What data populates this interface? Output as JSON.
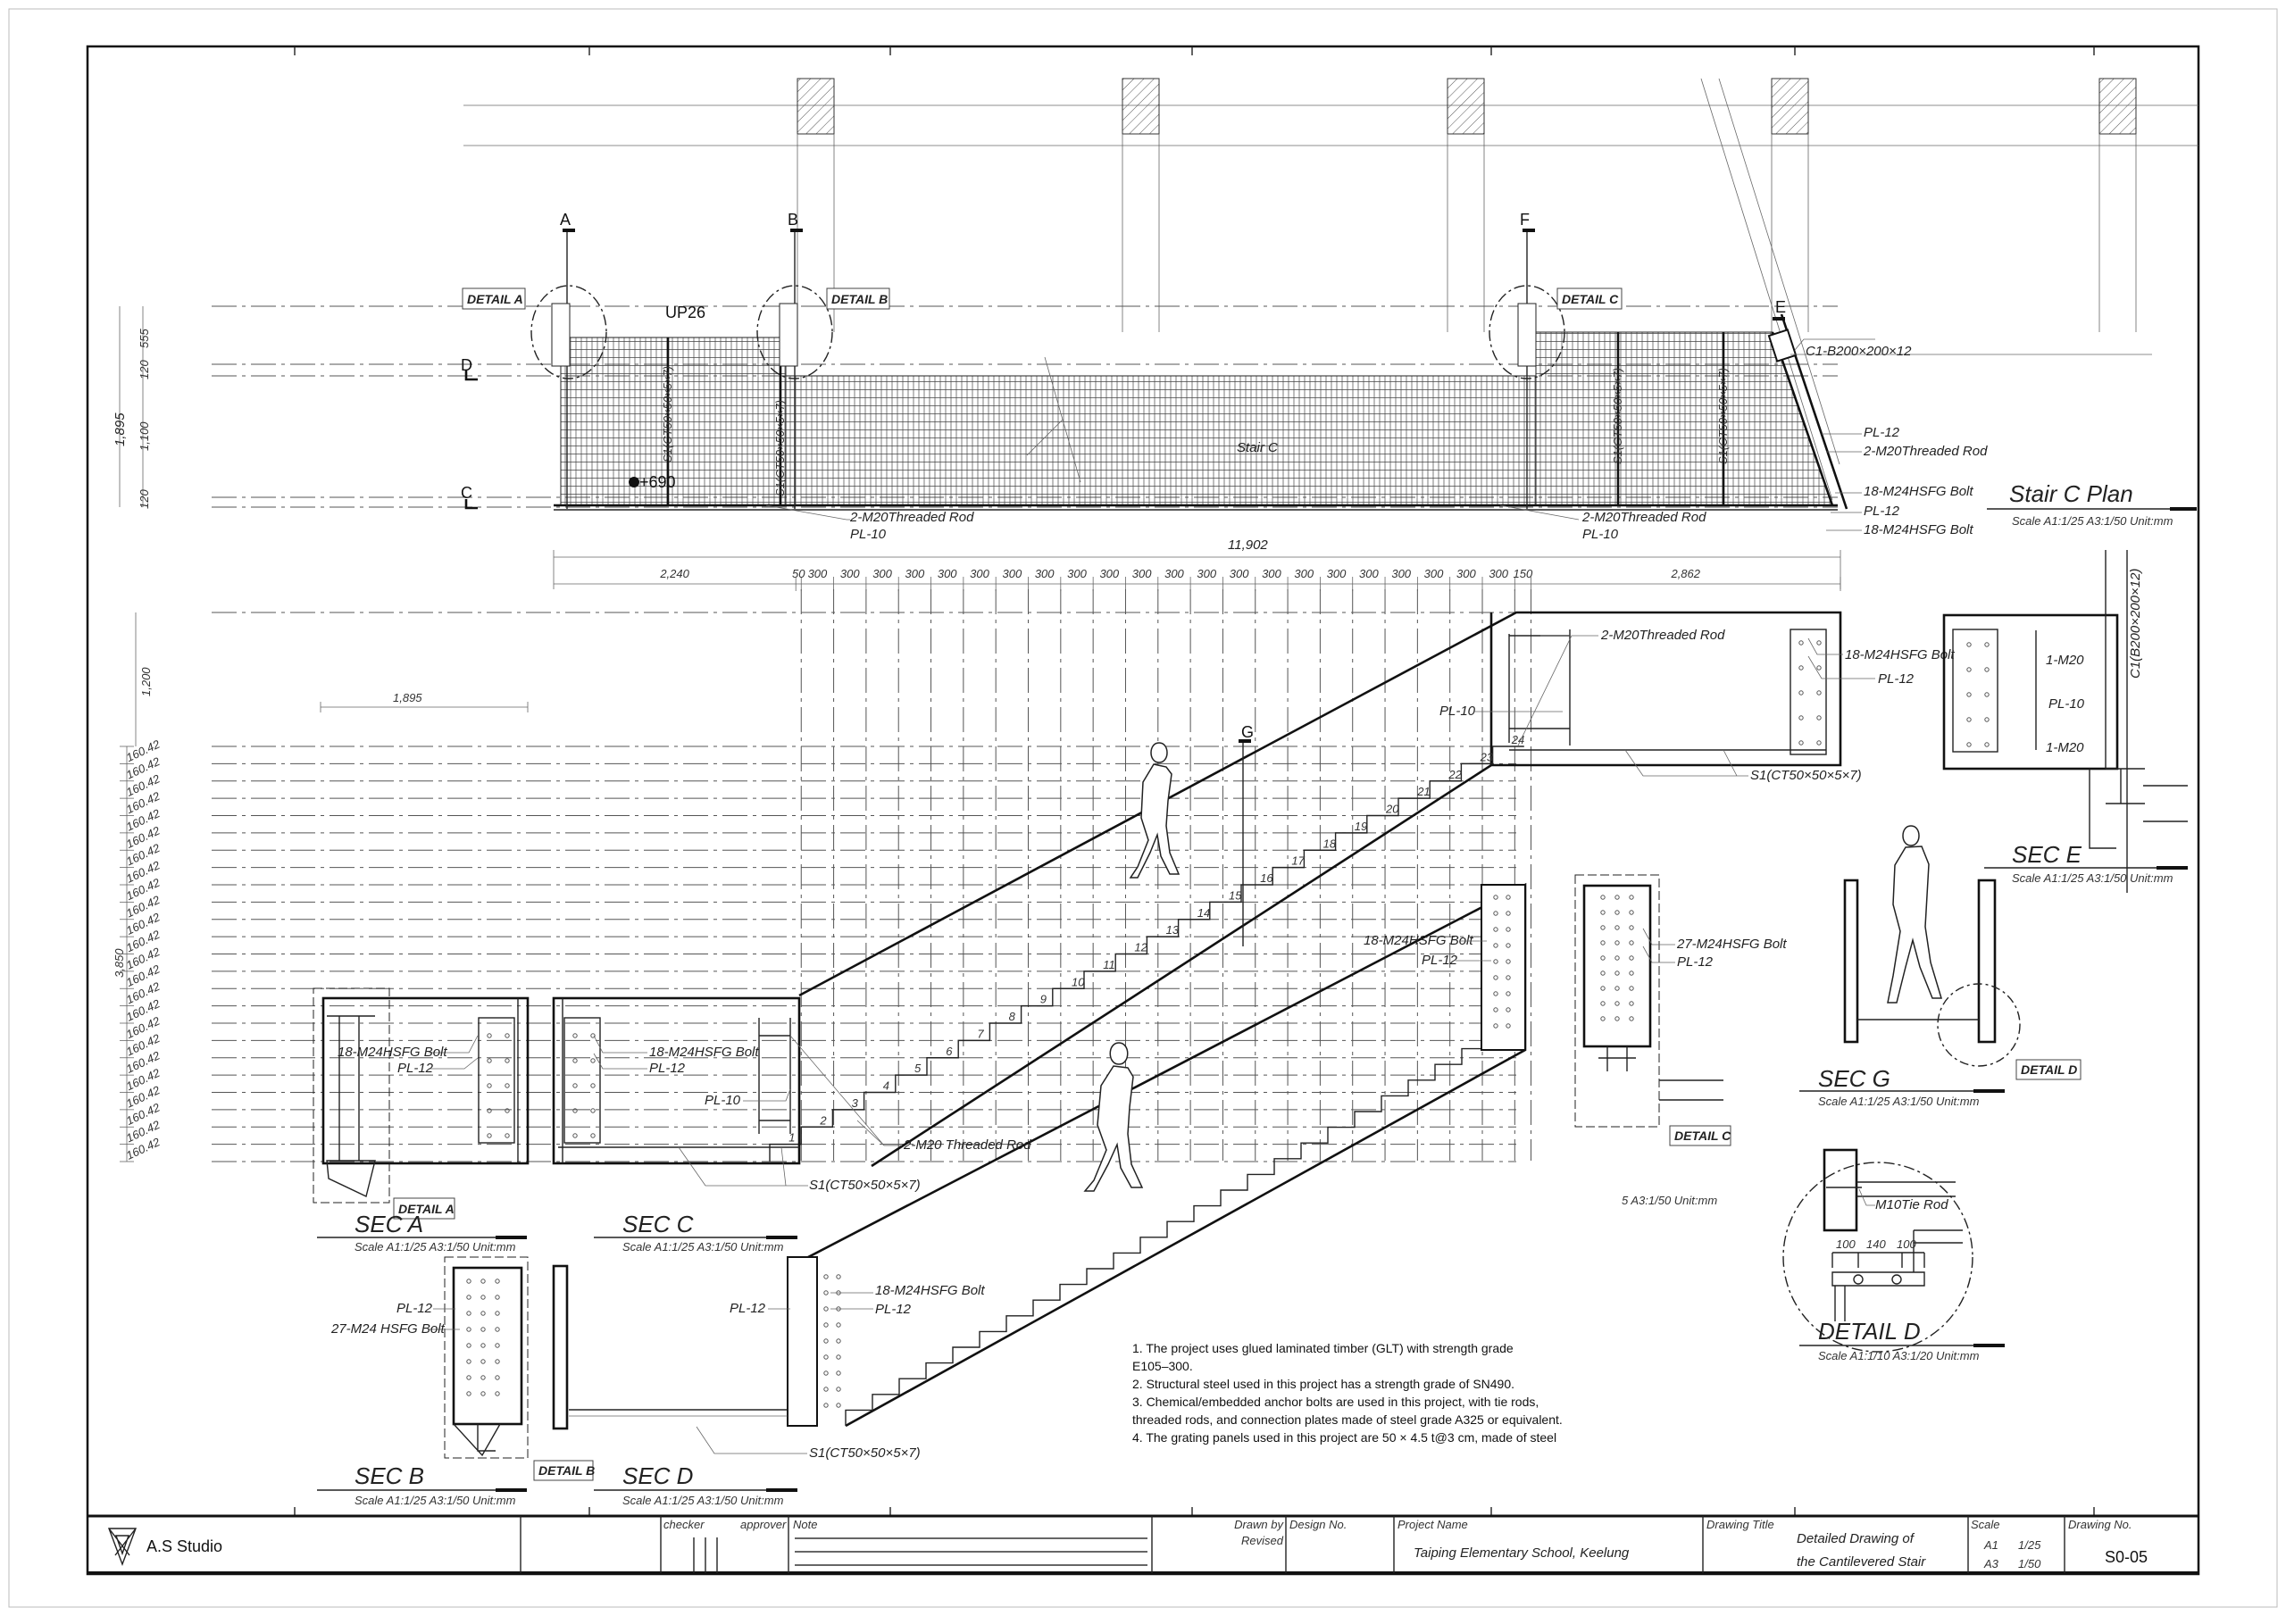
{
  "title_block": {
    "company": "A.S Studio",
    "logo_icon": "triangle-wireframe-logo",
    "checker_label": "checker",
    "approver_label": "approver",
    "note_label": "Note",
    "drawn_by_label": "Drawn by",
    "revised_label": "Revised",
    "design_no_label": "Design No.",
    "project_name_label": "Project Name",
    "project_name": "Taiping Elementary School, Keelung",
    "drawing_title_label": "Drawing Title",
    "drawing_title_line1": "Detailed Drawing of",
    "drawing_title_line2": "the Cantilevered Stair",
    "scale_label": "Scale",
    "scale_a1": "A1",
    "scale_a1_value": "1/25",
    "scale_a3": "A3",
    "scale_a3_value": "1/50",
    "drawing_no_label": "Drawing No.",
    "drawing_no": "S0-05"
  },
  "notes": {
    "lines": [
      "1. The project uses glued laminated timber (GLT) with strength grade",
      "E105–300.",
      "2. Structural steel used in this project has a strength grade of SN490.",
      "3. Chemical/embedded anchor bolts are used in this project, with tie rods,",
      "threaded rods, and connection plates made of steel grade A325 or equivalent.",
      "4. The grating panels used in this project are 50 × 4.5 t@3 cm, made of steel"
    ]
  },
  "labels": {
    "s1": "S1(CT50×50×5×7)",
    "m20_rod": "2-M20Threaded Rod",
    "m20_rod_spaced": "2-M20 Threaded Rod",
    "pl10": "PL-10",
    "pl12": "PL-12",
    "bolt18": "18-M24HSFG Bolt",
    "bolt27": "27-M24HSFG Bolt",
    "bolt27_spaced": "27-M24 HSFG Bolt",
    "m20_single": "1-M20",
    "c1_plan": "C1-B200×200×12",
    "c1_section": "C1(B200×200×12)",
    "tie_rod": "M10Tie Rod",
    "detail_a": "DETAIL A",
    "detail_b": "DETAIL B",
    "detail_c": "DETAIL C",
    "detail_d": "DETAIL D",
    "scale_std": "Scale A1:1/25 A3:1/50 Unit:mm",
    "scale_detail": "Scale A1:1/10 A3:1/20 Unit:mm",
    "scale_cut": "5 A3:1/50 Unit:mm"
  },
  "plan": {
    "title": "Stair C Plan",
    "grid": {
      "a": "A",
      "b": "B",
      "f": "F",
      "e": "E",
      "d": "D",
      "c": "C",
      "g": "G"
    },
    "up_label": "UP26",
    "level": "+690",
    "stair_name": "Stair C",
    "dims": {
      "total": "1,895",
      "d1": "555",
      "d2": "120",
      "d3": "1,100",
      "d4": "120"
    }
  },
  "dimensions": {
    "total": "11,902",
    "segments": [
      "2,240",
      "50",
      "300",
      "300",
      "300",
      "300",
      "300",
      "300",
      "300",
      "300",
      "300",
      "300",
      "300",
      "300",
      "300",
      "300",
      "300",
      "300",
      "300",
      "300",
      "300",
      "300",
      "300",
      "300",
      "150",
      "2,862"
    ]
  },
  "elevation": {
    "height_top": "1,200",
    "height_total": "3,850",
    "riser": "160.42",
    "sec_a_width": "1,895",
    "step_numbers": [
      "1",
      "2",
      "3",
      "4",
      "5",
      "6",
      "7",
      "8",
      "9",
      "10",
      "11",
      "12",
      "13",
      "14",
      "15",
      "16",
      "17",
      "18",
      "19",
      "20",
      "21",
      "22",
      "23",
      "24"
    ]
  },
  "sections": {
    "sec_a": "SEC A",
    "sec_b": "SEC B",
    "sec_c": "SEC C",
    "sec_d": "SEC D",
    "sec_e": "SEC E",
    "sec_g": "SEC G",
    "detail_d_title": "DETAIL D",
    "detail_d_dims": [
      "100",
      "140",
      "100"
    ]
  }
}
